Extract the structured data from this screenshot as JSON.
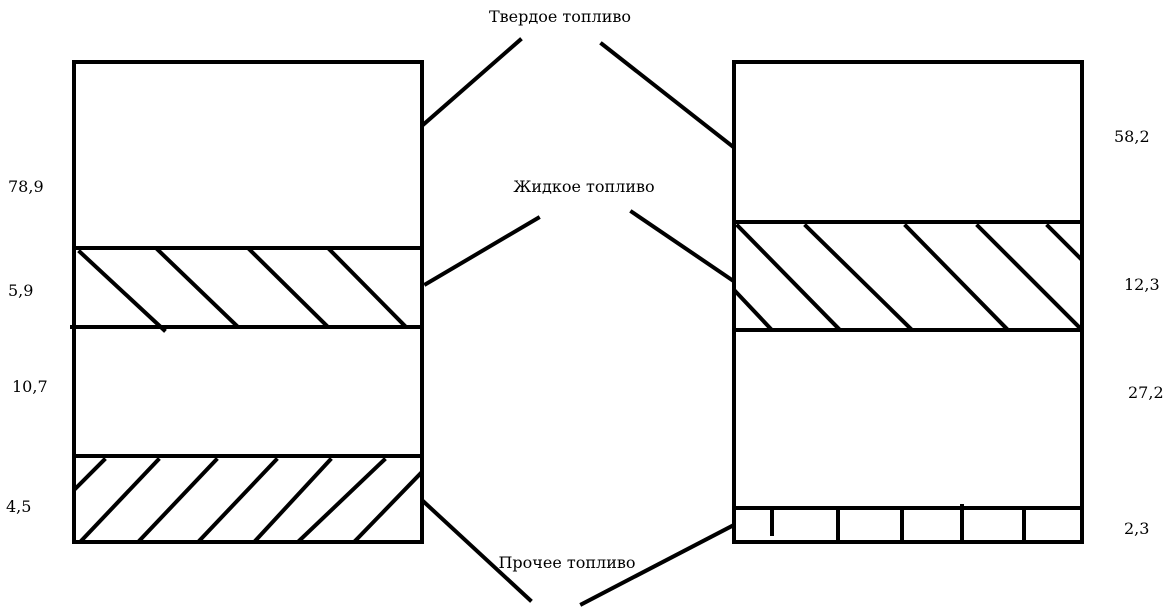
{
  "labels": {
    "solid_fuel": "Твердое топливо",
    "liquid_fuel": "Жидкое топливо",
    "other_fuel": "Прочее топливо"
  },
  "left_column": {
    "values": [
      "78,9",
      "5,9",
      "10,7",
      "4,5"
    ]
  },
  "right_column": {
    "values": [
      "58,2",
      "12,3",
      "27,2",
      "2,3"
    ]
  },
  "colors": {
    "stroke": "#000000",
    "background": "#ffffff"
  }
}
